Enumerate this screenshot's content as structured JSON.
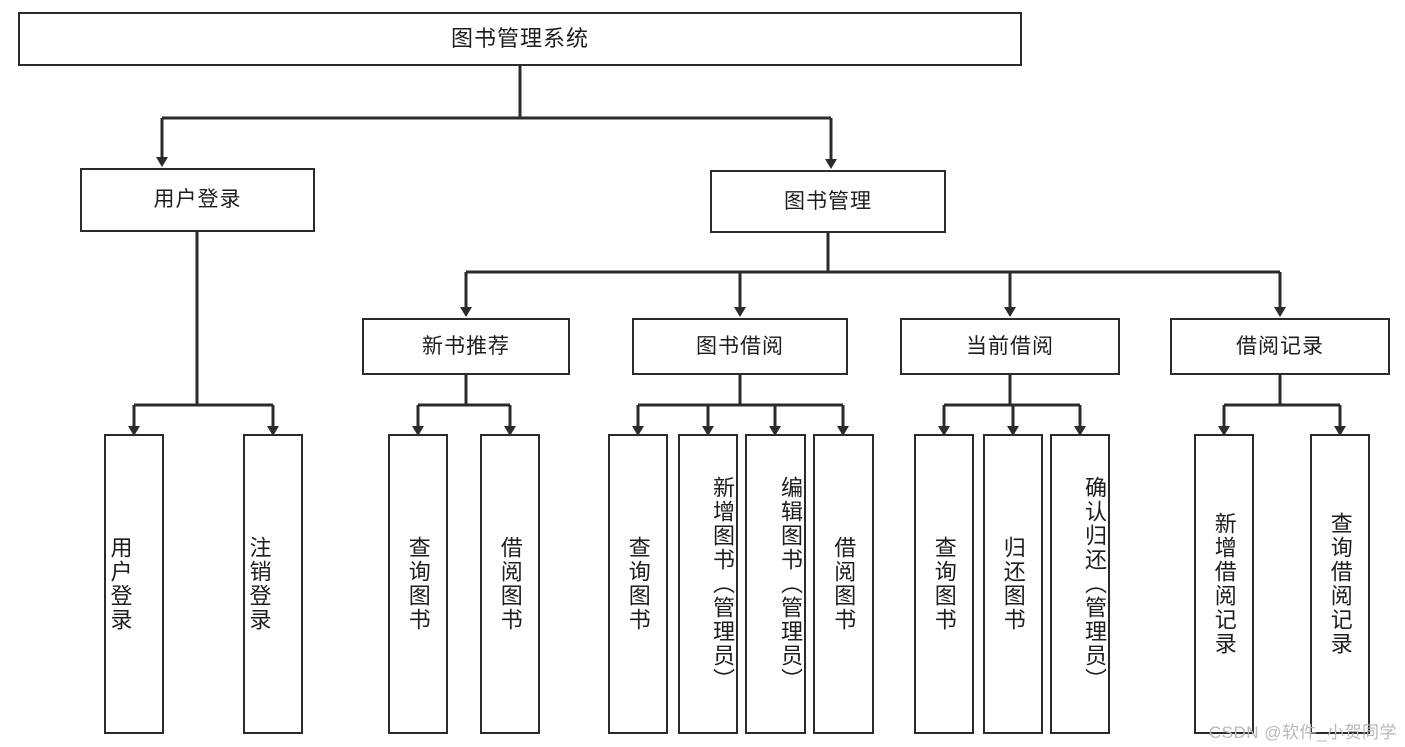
{
  "diagram": {
    "title": "图书管理系统",
    "type": "hierarchy-tree",
    "root": {
      "label": "图书管理系统"
    },
    "level1": [
      {
        "label": "用户登录"
      },
      {
        "label": "图书管理"
      }
    ],
    "level2": [
      {
        "label": "新书推荐"
      },
      {
        "label": "图书借阅"
      },
      {
        "label": "当前借阅"
      },
      {
        "label": "借阅记录"
      }
    ],
    "leaves": {
      "user_login": [
        {
          "label": "用户登录"
        },
        {
          "label": "注销登录"
        }
      ],
      "new_book_recommend": [
        {
          "label": "查询图书"
        },
        {
          "label": "借阅图书"
        }
      ],
      "book_borrow": [
        {
          "label": "查询图书"
        },
        {
          "label": "新增图书（管理员）"
        },
        {
          "label": "编辑图书（管理员）"
        },
        {
          "label": "借阅图书"
        }
      ],
      "current_borrow": [
        {
          "label": "查询图书"
        },
        {
          "label": "归还图书"
        },
        {
          "label": "确认归还（管理员）"
        }
      ],
      "borrow_record": [
        {
          "label": "新增借阅记录"
        },
        {
          "label": "查询借阅记录"
        }
      ]
    }
  },
  "watermark": {
    "text": "CSDN @软件_小贺同学"
  },
  "colors": {
    "stroke": "#2b2b2b",
    "background": "#ffffff",
    "text": "#1d1d1d",
    "watermark": "#b8b8b8"
  }
}
